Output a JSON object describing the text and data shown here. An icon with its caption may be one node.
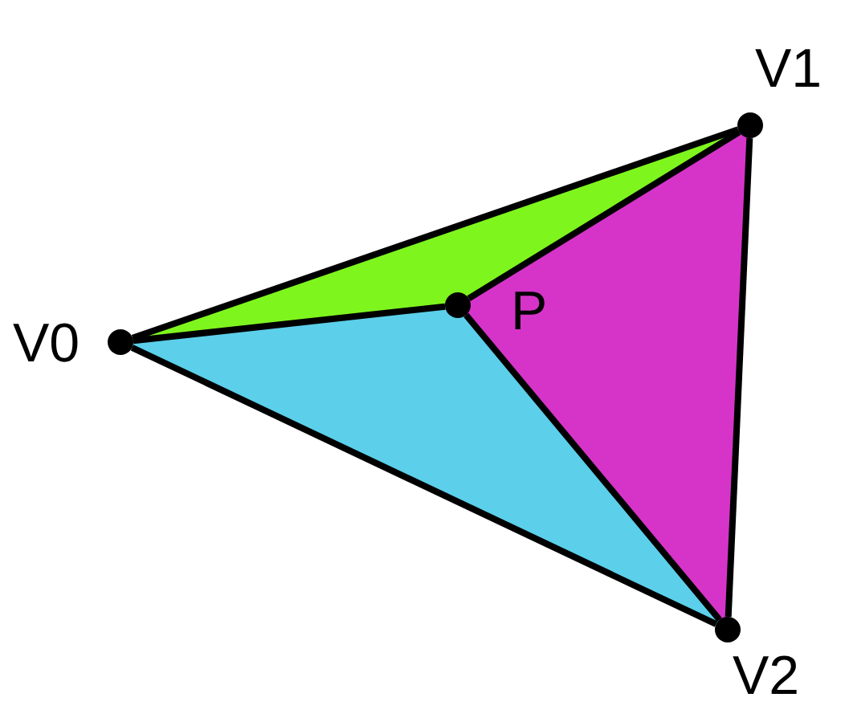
{
  "diagram": {
    "nodes": [
      {
        "text": [],
        "shape": "circle",
        "beside": [
          "V0"
        ]
      },
      {
        "text": [],
        "shape": "circle",
        "beside": [
          "V1"
        ]
      },
      {
        "text": [],
        "shape": "circle",
        "beside": [
          "V2"
        ]
      },
      {
        "text": [],
        "shape": "circle",
        "beside": [
          "P"
        ]
      }
    ],
    "edges": [
      {
        "from": 0,
        "to": 1,
        "arrow": "none"
      },
      {
        "from": 1,
        "to": 2,
        "arrow": "none"
      },
      {
        "from": 2,
        "to": 0,
        "arrow": "none"
      },
      {
        "from": 0,
        "to": 3,
        "arrow": "none"
      },
      {
        "from": 1,
        "to": 3,
        "arrow": "none"
      },
      {
        "from": 2,
        "to": 3,
        "arrow": "none"
      }
    ]
  }
}
